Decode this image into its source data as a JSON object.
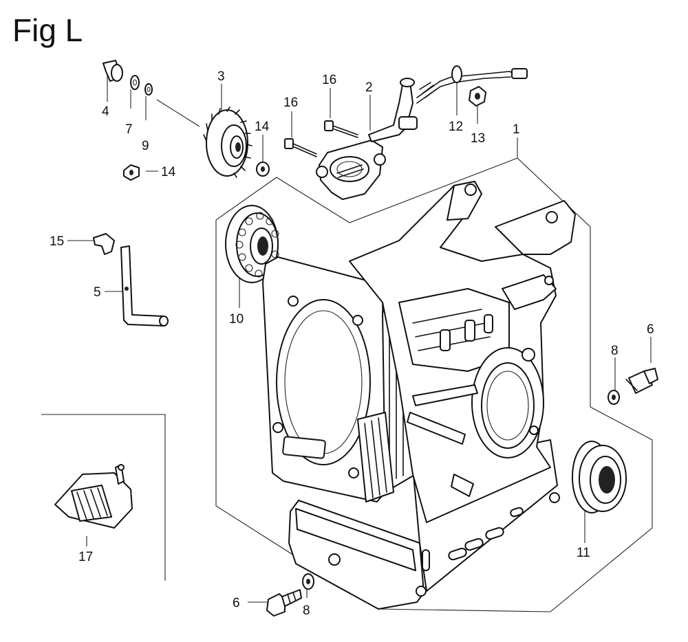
{
  "figure": {
    "title": "Fig L"
  },
  "callouts": [
    {
      "id": "c1",
      "text": "1"
    },
    {
      "id": "c2",
      "text": "2"
    },
    {
      "id": "c3",
      "text": "3"
    },
    {
      "id": "c4",
      "text": "4"
    },
    {
      "id": "c5",
      "text": "5"
    },
    {
      "id": "c6a",
      "text": "6"
    },
    {
      "id": "c6b",
      "text": "6"
    },
    {
      "id": "c7",
      "text": "7"
    },
    {
      "id": "c8a",
      "text": "8"
    },
    {
      "id": "c8b",
      "text": "8"
    },
    {
      "id": "c9",
      "text": "9"
    },
    {
      "id": "c10",
      "text": "10"
    },
    {
      "id": "c11",
      "text": "11"
    },
    {
      "id": "c12",
      "text": "12"
    },
    {
      "id": "c13",
      "text": "13"
    },
    {
      "id": "c14a",
      "text": "14"
    },
    {
      "id": "c14b",
      "text": "14"
    },
    {
      "id": "c15",
      "text": "15"
    },
    {
      "id": "c16a",
      "text": "16"
    },
    {
      "id": "c16b",
      "text": "16"
    },
    {
      "id": "c17",
      "text": "17"
    }
  ]
}
